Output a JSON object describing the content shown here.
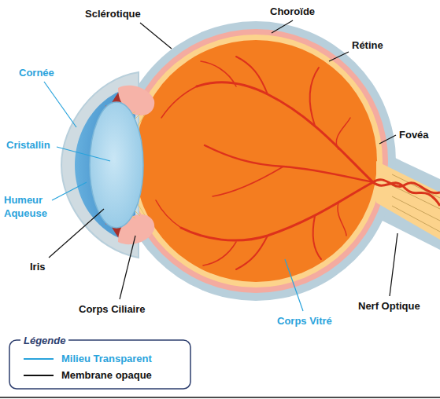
{
  "diagram": {
    "labels": [
      "Sclérotique",
      "Choroïde",
      "Rétine",
      "Cornée",
      "Cristallin",
      "Fovéa",
      "Humeur Aqueuse",
      "Iris",
      "Corps Ciliaire",
      "Corps Vitré",
      "Nerf Optique",
      "Légende"
    ],
    "legend": [
      {
        "text": "Milieu Transparent"
      },
      {
        "text": "Membrane opaque"
      }
    ]
  }
}
